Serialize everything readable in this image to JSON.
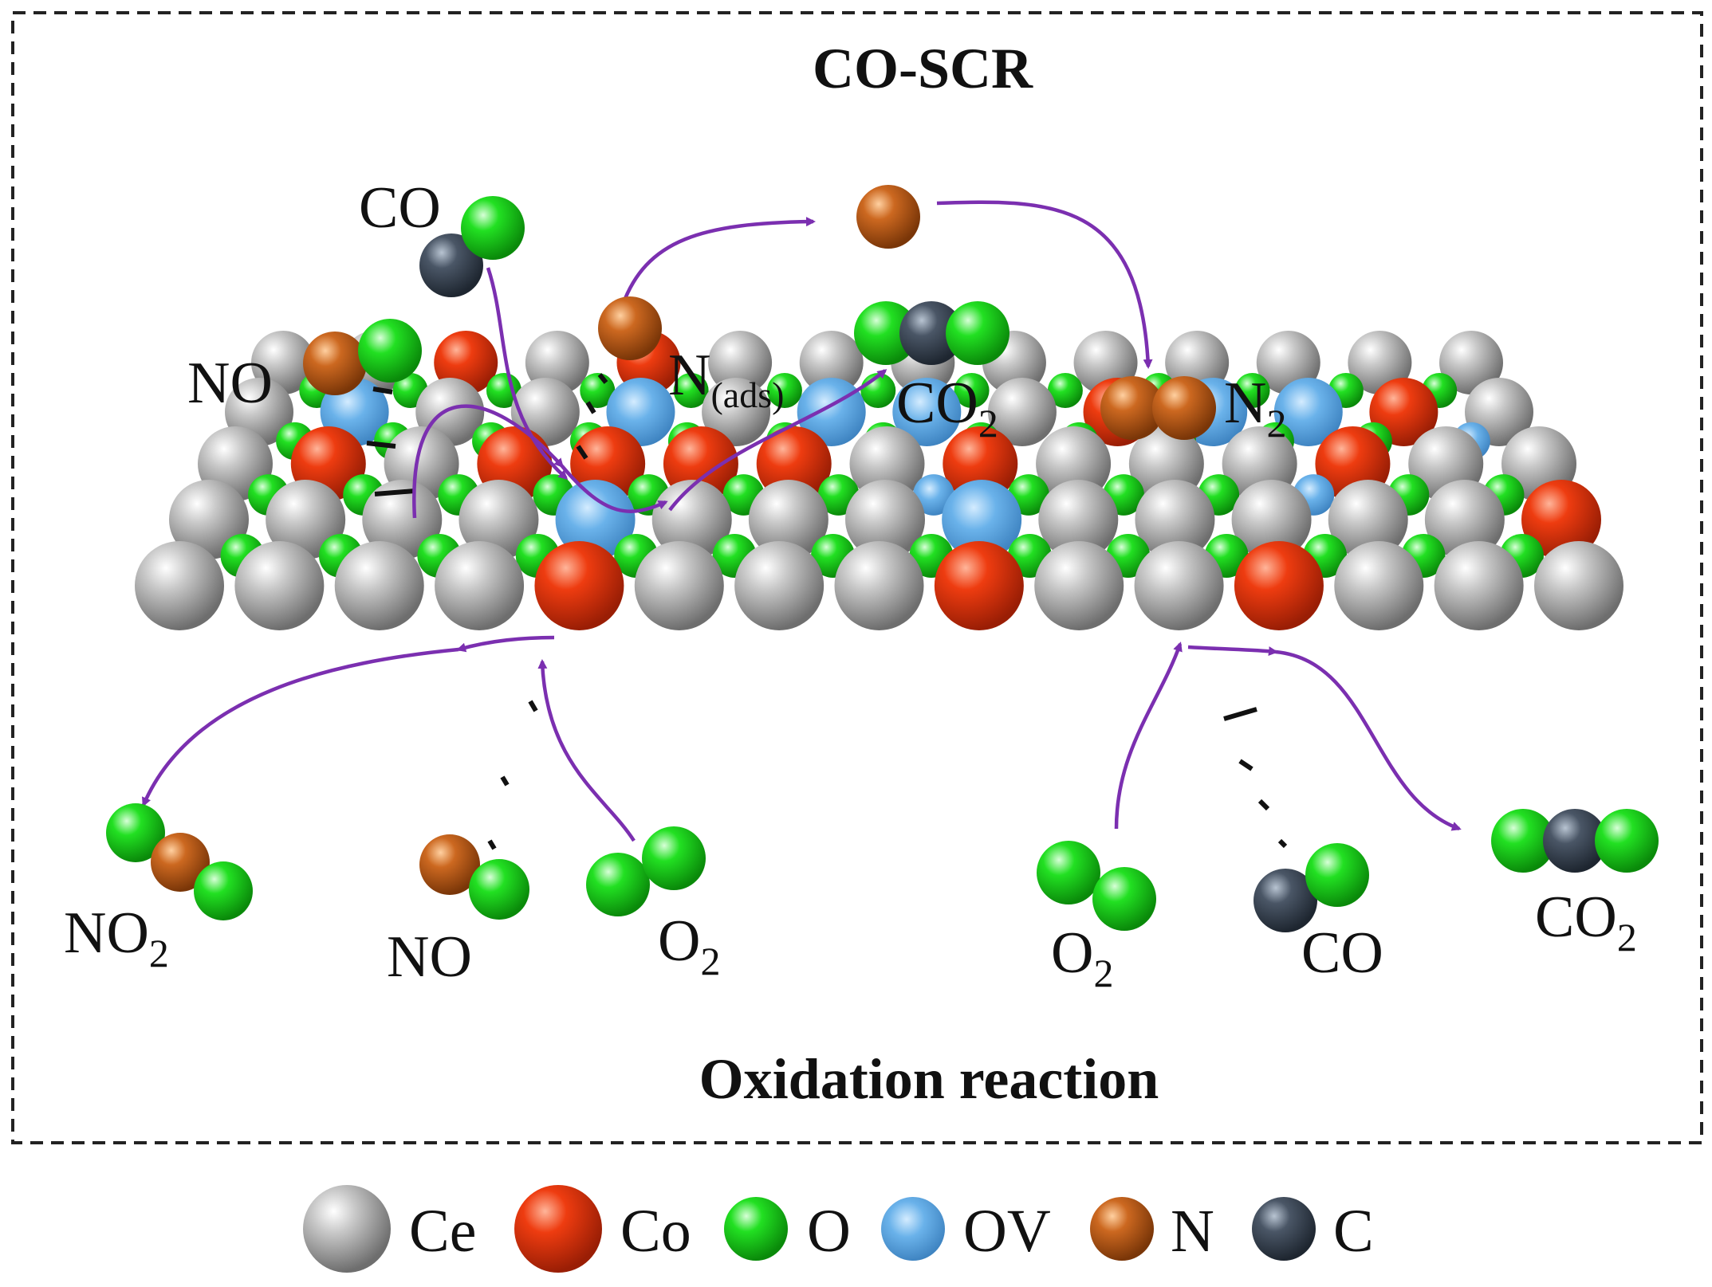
{
  "titles": {
    "top": "CO-SCR",
    "bottom": "Oxidation reaction"
  },
  "colors": {
    "Ce": "#b8b8b8",
    "Co": "#e03a12",
    "O": "#1fd41f",
    "OV": "#5aa8e0",
    "N": "#c2601a",
    "C": "#3e4a5a",
    "arrow": "#7b2fb0",
    "frame": "#222222"
  },
  "molecule_labels": {
    "co_top": "CO",
    "no_top": "NO",
    "n_ads_main": "N",
    "n_ads_sub": "(ads)",
    "co2_top_main": "CO",
    "co2_top_sub": "2",
    "n2_main": "N",
    "n2_sub": "2",
    "no2_main": "NO",
    "no2_sub": "2",
    "no_bottom": "NO",
    "o2_left_main": "O",
    "o2_left_sub": "2",
    "o2_right_main": "O",
    "o2_right_sub": "2",
    "co_bottom": "CO",
    "co2_right_main": "CO",
    "co2_right_sub": "2"
  },
  "legend": [
    {
      "key": "Ce",
      "label": "Ce"
    },
    {
      "key": "Co",
      "label": "Co"
    },
    {
      "key": "O",
      "label": "O"
    },
    {
      "key": "OV",
      "label": "OV"
    },
    {
      "key": "N",
      "label": "N"
    },
    {
      "key": "C",
      "label": "C"
    }
  ]
}
